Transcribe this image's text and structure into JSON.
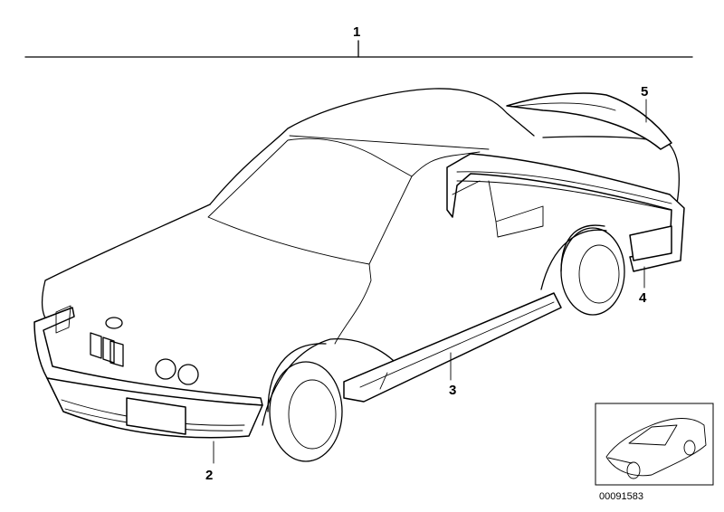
{
  "diagram": {
    "callouts": [
      {
        "id": "1",
        "label": "1"
      },
      {
        "id": "2",
        "label": "2"
      },
      {
        "id": "3",
        "label": "3"
      },
      {
        "id": "4",
        "label": "4"
      },
      {
        "id": "5",
        "label": "5"
      }
    ],
    "image_id": "00091583",
    "icons": {
      "car": "car-body-icon",
      "thumbnail": "car-thumbnail-icon"
    }
  }
}
